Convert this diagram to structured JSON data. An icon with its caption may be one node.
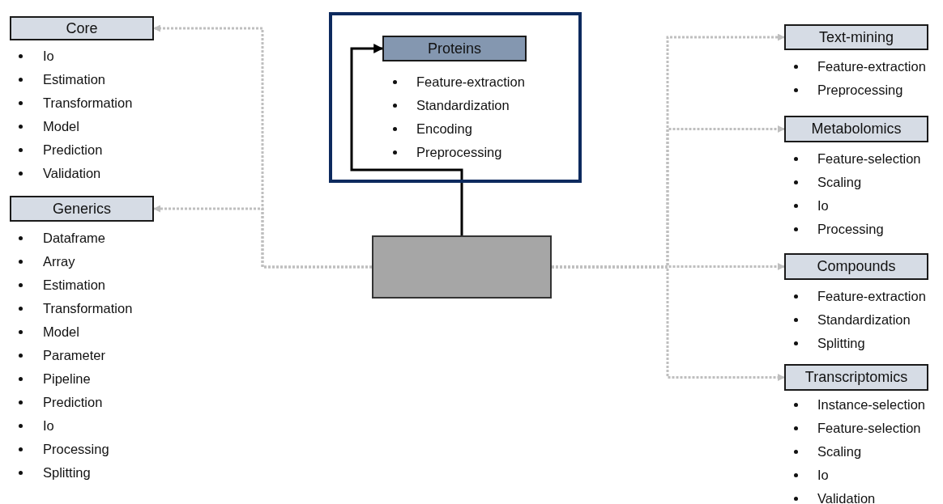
{
  "diagram": {
    "nodes": [
      {
        "text": [
          "Core"
        ],
        "beside": [
          "Io",
          "Estimation",
          "Transformation",
          "Model",
          "Prediction",
          "Validation"
        ]
      },
      {
        "text": [
          "Generics"
        ],
        "beside": [
          "Dataframe",
          "Array",
          "Estimation",
          "Transformation",
          "Model",
          "Parameter",
          "Pipeline",
          "Prediction",
          "Io",
          "Processing",
          "Splitting"
        ]
      },
      {
        "text": [],
        "shape": "box"
      },
      {
        "text": [
          "Proteins"
        ],
        "in": 2,
        "beside": [
          "Feature-extraction",
          "Standardization",
          "Encoding",
          "Preprocessing"
        ]
      },
      {
        "text": [],
        "shape": "box"
      },
      {
        "text": [
          "Text-mining"
        ],
        "beside": [
          "Feature-extraction",
          "Preprocessing"
        ]
      },
      {
        "text": [
          "Metabolomics"
        ],
        "beside": [
          "Feature-selection",
          "Scaling",
          "Io",
          "Processing"
        ]
      },
      {
        "text": [
          "Compounds"
        ],
        "beside": [
          "Feature-extraction",
          "Standardization",
          "Splitting"
        ]
      },
      {
        "text": [
          "Transcriptomics"
        ],
        "beside": [
          "Instance-selection",
          "Feature-selection",
          "Scaling",
          "Io",
          "Validation"
        ]
      }
    ],
    "edges": [
      {
        "from": 4,
        "to": 0,
        "arrow": "to",
        "style": "dashed"
      },
      {
        "from": 4,
        "to": 1,
        "arrow": "to",
        "style": "dashed"
      },
      {
        "from": 4,
        "to": 3,
        "arrow": "to",
        "color": "#000000"
      },
      {
        "from": 4,
        "to": 5,
        "arrow": "to",
        "style": "dashed"
      },
      {
        "from": 4,
        "to": 6,
        "arrow": "to",
        "style": "dashed"
      },
      {
        "from": 4,
        "to": 7,
        "arrow": "to",
        "style": "dashed"
      },
      {
        "from": 4,
        "to": 8,
        "arrow": "to",
        "style": "dashed"
      }
    ]
  }
}
